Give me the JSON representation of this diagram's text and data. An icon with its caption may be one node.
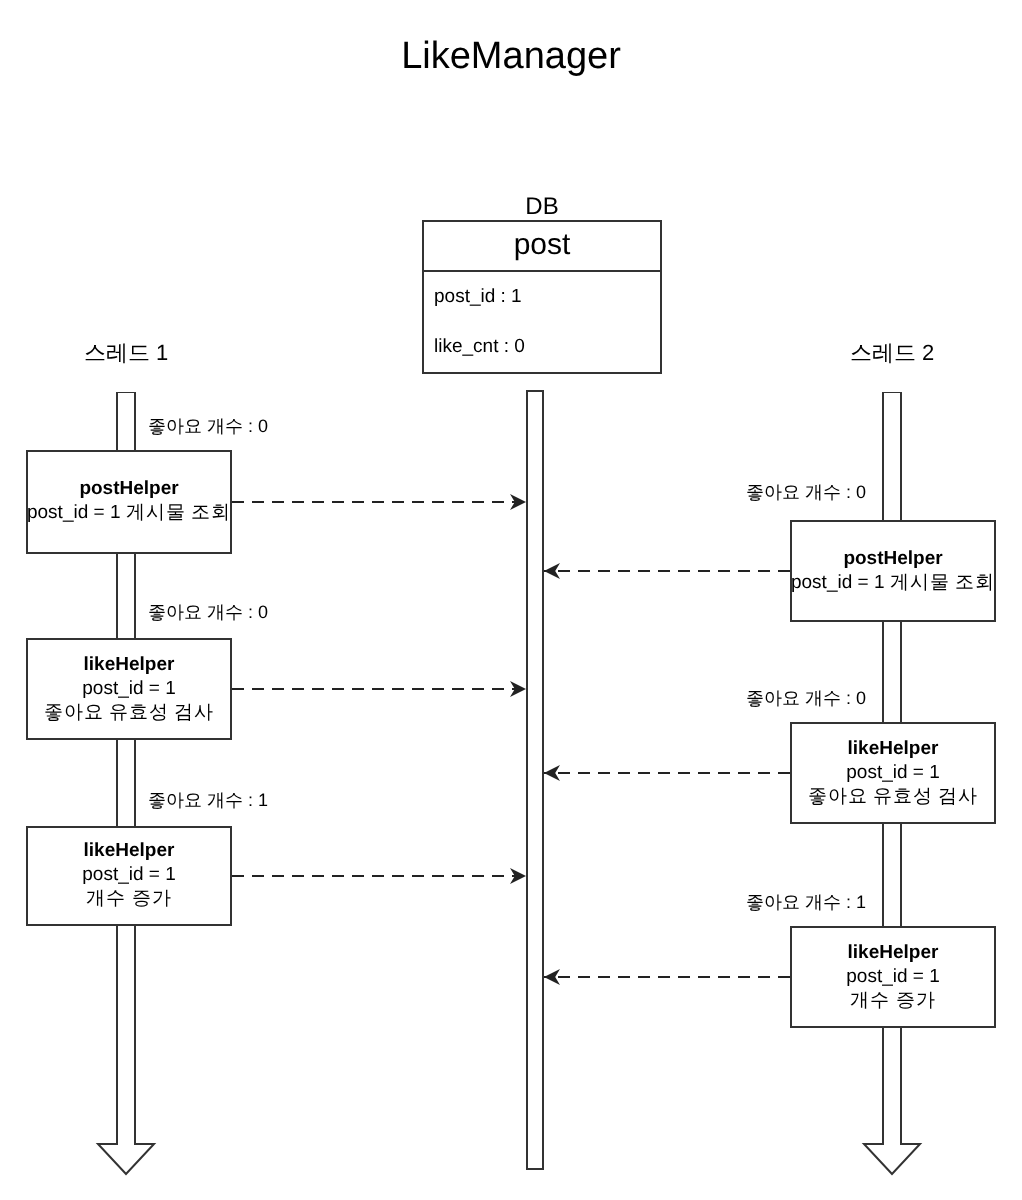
{
  "diagram": {
    "title": "LikeManager",
    "nodes": [
      {
        "text": [
          "DB",
          "post",
          "post_id : 1",
          "like_cnt : 0"
        ]
      },
      {
        "text": [],
        "shape": "bar"
      },
      {
        "text": [
          "스레드 1"
        ],
        "beside": [
          "좋아요 개수 : 0",
          "좋아요 개수 : 0",
          "좋아요 개수 : 1"
        ]
      },
      {
        "text": [
          "스레드 2"
        ],
        "beside": [
          "좋아요 개수 : 0",
          "좋아요 개수 : 0",
          "좋아요 개수 : 1"
        ]
      },
      {
        "text": [
          "postHelper",
          "post_id = 1 게시물 조회"
        ]
      },
      {
        "text": [
          "likeHelper",
          "post_id = 1",
          "좋아요 유효성 검사"
        ]
      },
      {
        "text": [
          "likeHelper",
          "post_id = 1",
          "개수 증가"
        ]
      },
      {
        "text": [
          "postHelper",
          "post_id = 1 게시물 조회"
        ]
      },
      {
        "text": [
          "likeHelper",
          "post_id = 1",
          "좋아요 유효성 검사"
        ]
      },
      {
        "text": [
          "likeHelper",
          "post_id = 1",
          "개수 증가"
        ]
      }
    ],
    "edges": [
      {
        "from": 4,
        "to": 1,
        "arrow": "to",
        "style": "dashed"
      },
      {
        "from": 7,
        "to": 1,
        "arrow": "to",
        "style": "dashed"
      },
      {
        "from": 5,
        "to": 1,
        "arrow": "to",
        "style": "dashed"
      },
      {
        "from": 8,
        "to": 1,
        "arrow": "to",
        "style": "dashed"
      },
      {
        "from": 6,
        "to": 1,
        "arrow": "to",
        "style": "dashed"
      },
      {
        "from": 9,
        "to": 1,
        "arrow": "to",
        "style": "dashed"
      }
    ]
  }
}
